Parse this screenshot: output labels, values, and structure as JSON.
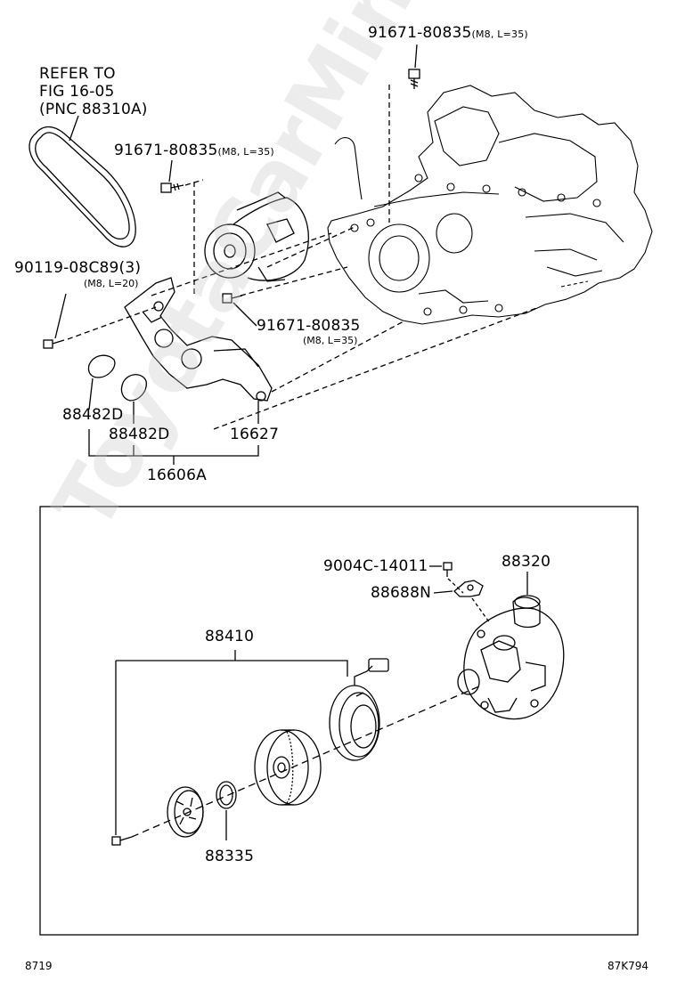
{
  "refer": {
    "line1": "REFER TO",
    "line2": "FIG 16-05",
    "line3": "(PNC 88310A)"
  },
  "parts": {
    "bolt_top": {
      "number": "91671-80835",
      "spec": "(M8, L=35)"
    },
    "bolt_mid": {
      "number": "91671-80835",
      "spec": "(M8, L=35)"
    },
    "bolt_lower": {
      "number": "91671-80835",
      "spec": "(M8, L=35)"
    },
    "bolt_bracket": {
      "number": "90119-08C89(3)",
      "spec": "(M8, L=20)"
    },
    "cap1": "88482D",
    "cap2": "88482D",
    "bracket": "16627",
    "assembly": "16606A",
    "screw": "9004C-14011",
    "compressor": "88320",
    "switch": "88688N",
    "clutch_set": "88410",
    "snap_ring": "88335"
  },
  "footer": {
    "left_code": "8719",
    "right_code": "87K794"
  },
  "watermark": "ToyotaCarMini.ru"
}
